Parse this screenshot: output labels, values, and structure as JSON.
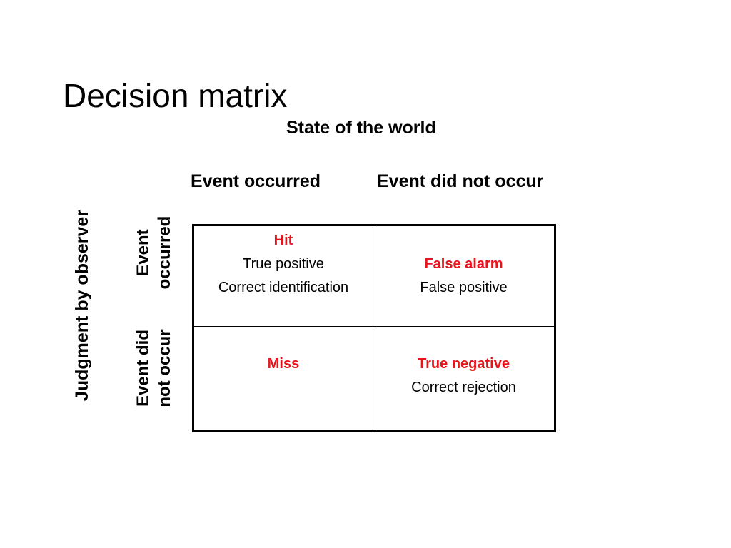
{
  "slide": {
    "title": "Decision matrix",
    "state_label": "State of the world",
    "observer_label": "Judgment by observer"
  },
  "columns": [
    "Event occurred",
    "Event did not occur"
  ],
  "rows": [
    {
      "line1": "Event",
      "line2": "occurred"
    },
    {
      "line1": "Event did",
      "line2": "not occur"
    }
  ],
  "cells": {
    "occurred_occurred": {
      "term": "Hit",
      "alt1": "True positive",
      "alt2": "Correct identification"
    },
    "occurred_not_occur": {
      "term": "False alarm",
      "alt1": "False positive"
    },
    "not_occur_occurred": {
      "term": "Miss"
    },
    "not_occur_not_occur": {
      "term": "True negative",
      "alt1": "Correct rejection"
    }
  },
  "colors": {
    "term_color": "#e8141c",
    "text_color": "#000000",
    "background": "#ffffff"
  }
}
